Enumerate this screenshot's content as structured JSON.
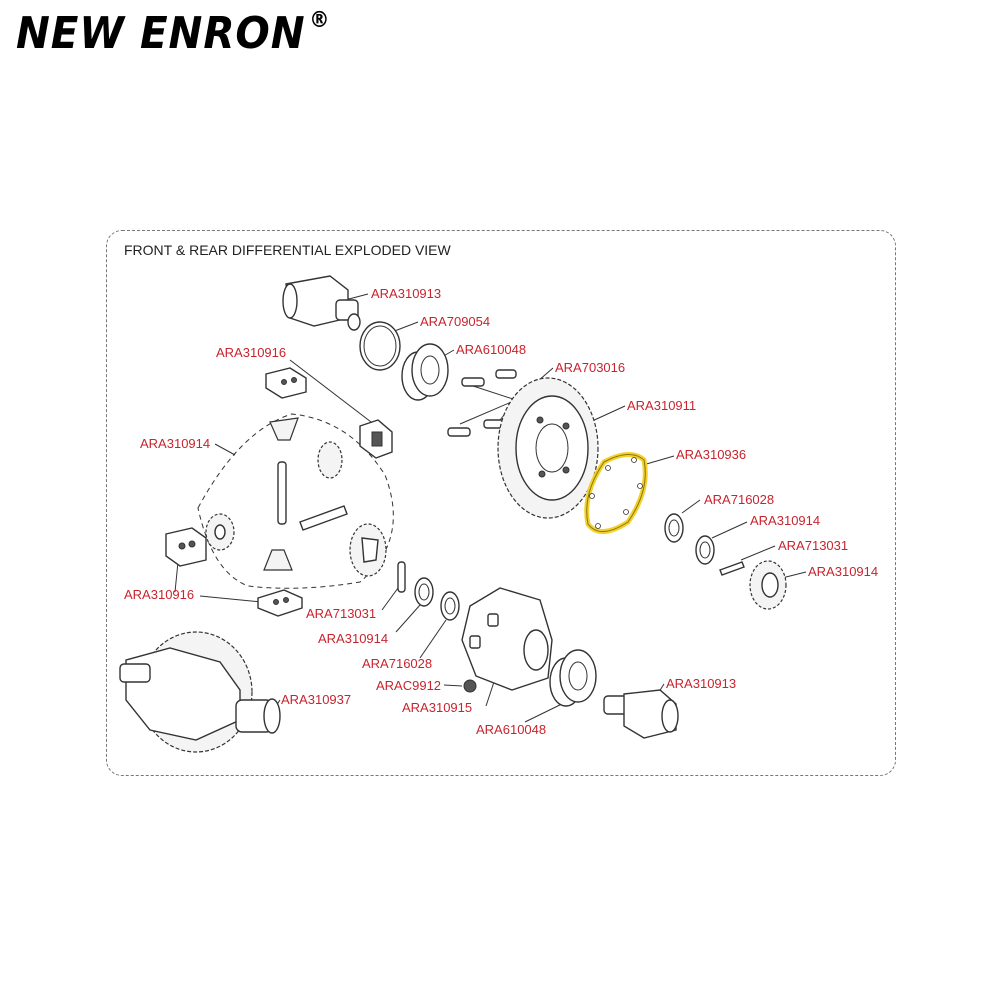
{
  "brand": {
    "name": "NEW ENRON",
    "trademark": "®"
  },
  "diagram": {
    "title": "FRONT & REAR DIFFERENTIAL EXPLODED VIEW",
    "highlight_color": "#f3d12b",
    "label_color": "#c8242e",
    "labels": [
      "ARA310913",
      "ARA709054",
      "ARA610048",
      "ARA310916",
      "ARA703016",
      "ARA310911",
      "ARA310914",
      "ARA310936",
      "ARA716028",
      "ARA310914",
      "ARA713031",
      "ARA310914",
      "ARA310916",
      "ARA713031",
      "ARA310914",
      "ARA716028",
      "ARAC9912",
      "ARA310915",
      "ARA310937",
      "ARA610048",
      "ARA310913"
    ]
  }
}
